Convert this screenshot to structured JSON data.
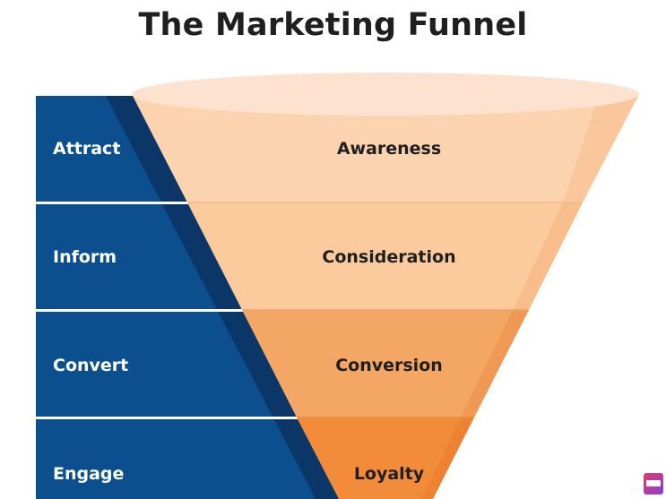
{
  "title": "The Marketing Funnel",
  "stages": [
    {
      "label": "Attract",
      "funnel_label": "Awareness"
    },
    {
      "label": "Inform",
      "funnel_label": "Consideration"
    },
    {
      "label": "Convert",
      "funnel_label": "Conversion"
    },
    {
      "label": "Engage",
      "funnel_label": "Loyalty"
    }
  ],
  "colors": {
    "stage_blue": "#0b4f8e",
    "stage_blue_dark": "#0a3768",
    "funnel_top_rim": "#fde3cf",
    "funnel_awareness": "#fbd3ae",
    "funnel_consideration": "#fbcb9e",
    "funnel_conversion": "#f4a664",
    "funnel_loyalty": "#f28c3b",
    "title_text": "#1f1f1f"
  }
}
